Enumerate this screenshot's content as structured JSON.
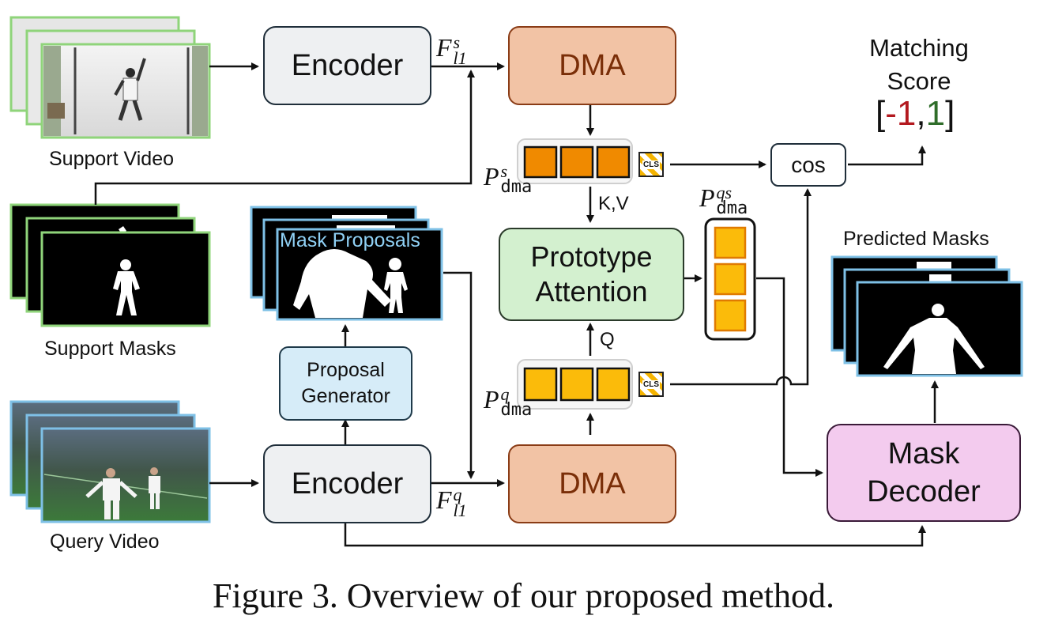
{
  "blocks": {
    "encoder_top": "Encoder",
    "encoder_bottom": "Encoder",
    "dma_top": "DMA",
    "dma_bottom": "DMA",
    "prototype_attention_line1": "Prototype",
    "prototype_attention_line2": "Attention",
    "proposal_generator_line1": "Proposal",
    "proposal_generator_line2": "Generator",
    "mask_decoder_line1": "Mask",
    "mask_decoder_line2": "Decoder",
    "cos": "cos"
  },
  "labels": {
    "support_video": "Support Video",
    "support_masks": "Support Masks",
    "query_video": "Query Video",
    "mask_proposals": "Mask Proposals",
    "predicted_masks": "Predicted Masks",
    "matching_score_line1": "Matching",
    "matching_score_line2": "Score",
    "kv": "K,V",
    "q": "Q",
    "cls": "CLS"
  },
  "score_range": {
    "open": "[",
    "low": "-1",
    "sep": ",",
    "high": "1",
    "close": "]"
  },
  "math": {
    "f_support": {
      "base": "F",
      "sub": "l1",
      "sup": "s"
    },
    "f_query": {
      "base": "F",
      "sub": "l1",
      "sup": "q"
    },
    "p_support": {
      "base": "P",
      "sub": "dma",
      "sup": "s"
    },
    "p_query": {
      "base": "P",
      "sub": "dma",
      "sup": "q"
    },
    "p_qs": {
      "base": "P",
      "sub": "dma",
      "sup": "qs"
    }
  },
  "colors": {
    "support_frame_border": "#8fd47a",
    "query_frame_border": "#7ec0e6",
    "prototype_support": "#f08a00",
    "prototype_query": "#fbbb0a",
    "score_negative": "#b3191f",
    "score_positive": "#2f6d2a"
  },
  "caption": "Figure 3. Overview of our proposed method."
}
